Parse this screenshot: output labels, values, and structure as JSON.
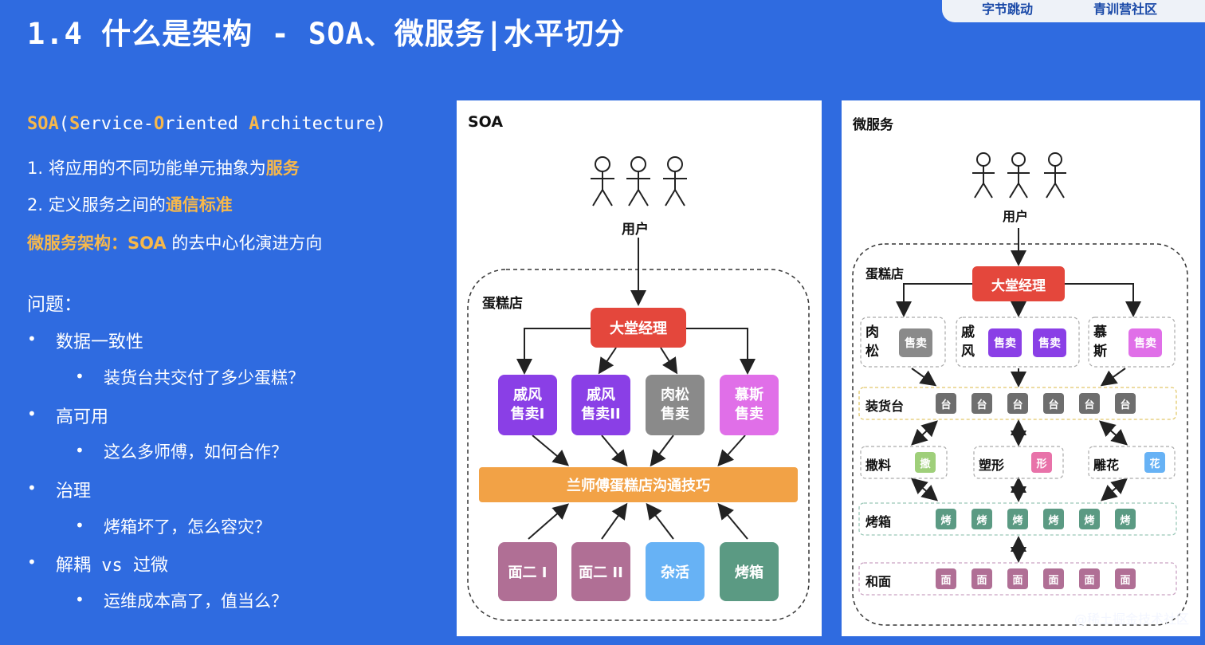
{
  "title": "1.4 什么是架构 - SOA、微服务|水平切分",
  "logo": [
    "字节跳动",
    "青训营社区"
  ],
  "left": {
    "soa_abbr_prefix": "SOA",
    "soa_full": [
      "(",
      "S",
      "ervice-",
      "O",
      "riented ",
      "A",
      "rchitecture)"
    ],
    "item1_prefix": "1.  将应用的不同功能单元抽象为",
    "item1_hl": "服务",
    "item2_prefix": "2.  定义服务之间的",
    "item2_hl": "通信标准",
    "ms_hl": "微服务架构：SOA",
    "ms_rest": " 的去中心化演进方向",
    "problems_title": "问题：",
    "problems": [
      {
        "label": "数据一致性",
        "sub": "装货台共交付了多少蛋糕？"
      },
      {
        "label": "高可用",
        "sub": "这么多师傅，如何合作？"
      },
      {
        "label": "治理",
        "sub": "烤箱坏了，怎么容灾？"
      },
      {
        "label": "解耦 vs 过微",
        "sub": "运维成本高了，值当么？"
      }
    ]
  },
  "soa": {
    "title": "SOA",
    "user_label": "用户",
    "shop_label": "蛋糕店",
    "manager": "大堂经理",
    "sellers": [
      "戚风\n售卖I",
      "戚风\n售卖II",
      "肉松\n售卖",
      "慕斯\n售卖"
    ],
    "bus": "兰师傅蛋糕店沟通技巧",
    "workers": [
      "面二 I",
      "面二 II",
      "杂活",
      "烤箱"
    ]
  },
  "ms": {
    "title": "微服务",
    "user_label": "用户",
    "shop_label": "蛋糕店",
    "manager": "大堂经理",
    "groups": [
      {
        "name": "肉\n松",
        "tile": "售卖"
      },
      {
        "name": "戚\n风",
        "tile": "售卖"
      },
      {
        "name": "慕\n斯",
        "tile": "售卖"
      }
    ],
    "loading_label": "装货台",
    "loading_tile": "台",
    "mid": [
      {
        "name": "撒料",
        "tile": "撒"
      },
      {
        "name": "塑形",
        "tile": "形"
      },
      {
        "name": "雕花",
        "tile": "花"
      }
    ],
    "oven_label": "烤箱",
    "oven_tile": "烤",
    "dough_label": "和面",
    "dough_tile": "面"
  },
  "colors": {
    "manager": "#e4473c",
    "purple": "#8a3fe6",
    "gray": "#8a8a8a",
    "pink": "#e06fe8",
    "bus": "#f2a246",
    "mauve": "#b06f95",
    "skyblue": "#67b2f5",
    "teal": "#5b9a83",
    "loading": "#6e6e6e",
    "sprinkle": "#9fcf7a",
    "shape": "#e872a9",
    "carve": "#67b2f5",
    "oven": "#5b9a83",
    "dough": "#b06f95"
  },
  "watermark": "@稀土掘金技术社区"
}
